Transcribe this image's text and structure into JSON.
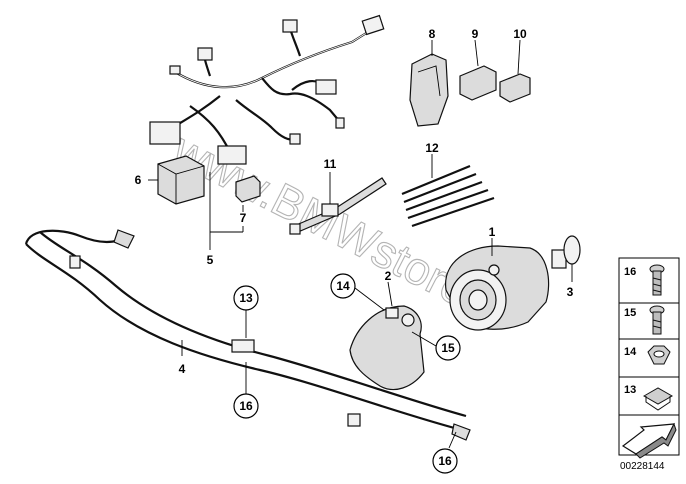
{
  "diagram_id": "00228144",
  "watermark": "www.BMWstore.pl",
  "callouts": {
    "c1": "1",
    "c2": "2",
    "c3": "3",
    "c4": "4",
    "c5": "5",
    "c6": "6",
    "c7": "7",
    "c8": "8",
    "c9": "9",
    "c10": "10",
    "c11": "11",
    "c12": "12",
    "c13": "13",
    "c14": "14",
    "c15": "15",
    "c16a": "16",
    "c16b": "16"
  },
  "legend": {
    "items": [
      {
        "number": "16",
        "icon": "screw-icon"
      },
      {
        "number": "15",
        "icon": "bolt-icon"
      },
      {
        "number": "14",
        "icon": "hex-nut-icon"
      },
      {
        "number": "13",
        "icon": "clip-nut-icon"
      }
    ],
    "footer_icon": "arrow-icon"
  }
}
